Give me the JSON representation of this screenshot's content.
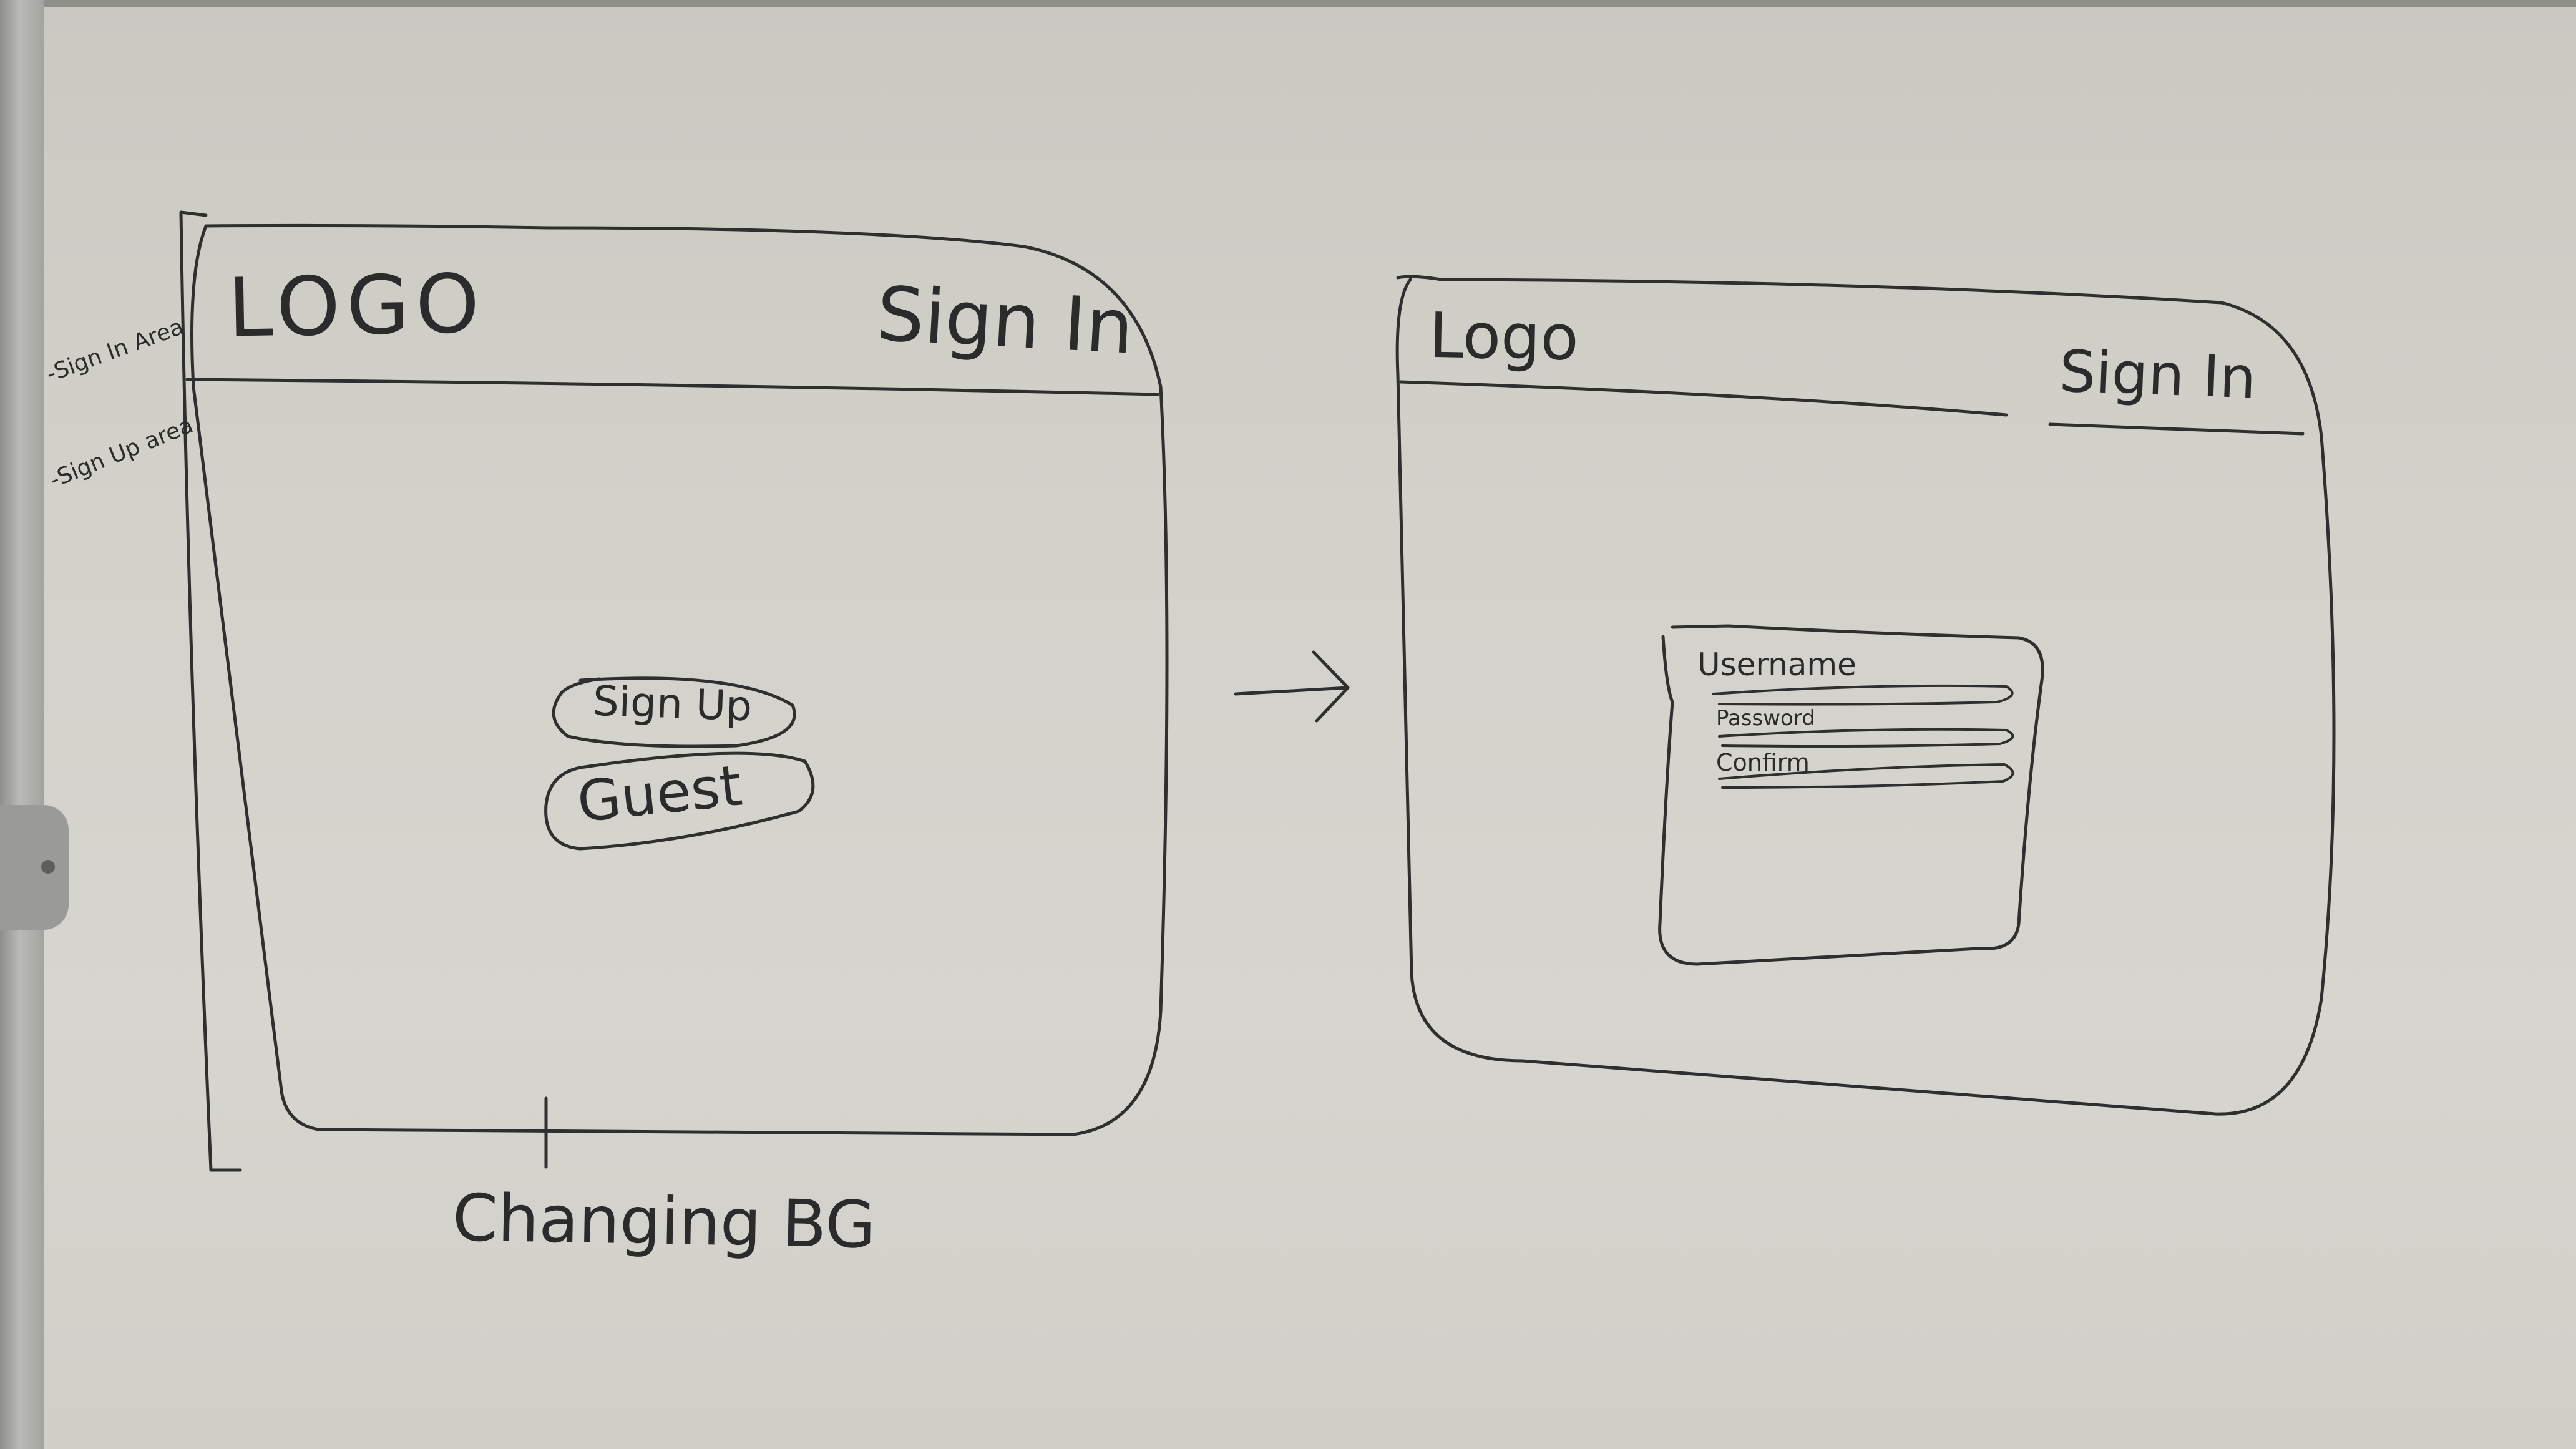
{
  "left_wireframe": {
    "logo": "LOGO",
    "sign_in": "Sign In",
    "sign_up_button": "Sign Up",
    "guest_button": "Guest",
    "side_notes": [
      "-Sign In Area",
      "-Sign Up area"
    ],
    "bottom_note": "Changing BG"
  },
  "right_wireframe": {
    "logo": "Logo",
    "sign_in": "Sign In",
    "form": {
      "username_label": "Username",
      "password_label": "Password",
      "confirm_label": "Confirm"
    }
  }
}
